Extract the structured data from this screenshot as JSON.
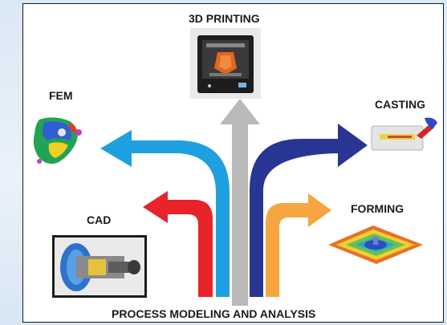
{
  "labels": {
    "printing": "3D PRINTING",
    "fem": "FEM",
    "casting": "CASTING",
    "cad": "CAD",
    "forming": "FORMING",
    "bottom": "PROCESS MODELING AND ANALYSIS"
  },
  "colors": {
    "red": "#e8232a",
    "cyan": "#1ea0e0",
    "gray": "#b9b9b9",
    "navy": "#283593",
    "orange": "#f7a540"
  },
  "icons": [
    "3d-printer-icon",
    "fem-part-icon",
    "casting-icon",
    "jet-engine-icon",
    "forming-icon"
  ]
}
